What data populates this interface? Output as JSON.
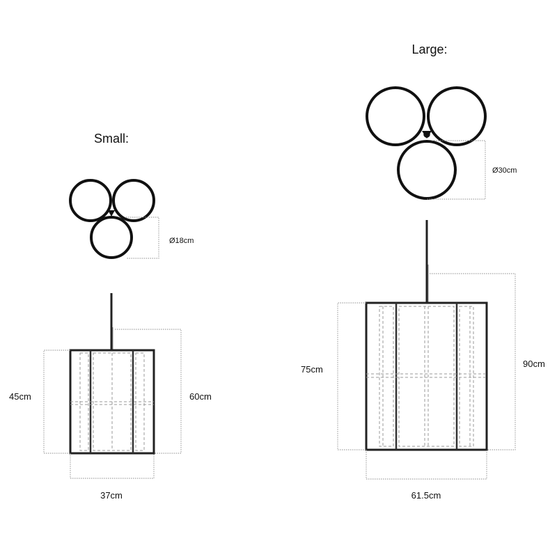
{
  "small": {
    "title": "Small:",
    "diameter_label": "Ø18cm",
    "left_height_label": "45cm",
    "right_height_label": "60cm",
    "width_label": "37cm"
  },
  "large": {
    "title": "Large:",
    "diameter_label": "Ø30cm",
    "left_height_label": "75cm",
    "right_height_label": "90cm",
    "width_label": "61.5cm"
  },
  "colors": {
    "line": "#111111",
    "dimension": "#8c8c8c",
    "dashed": "#9a9a9a"
  }
}
